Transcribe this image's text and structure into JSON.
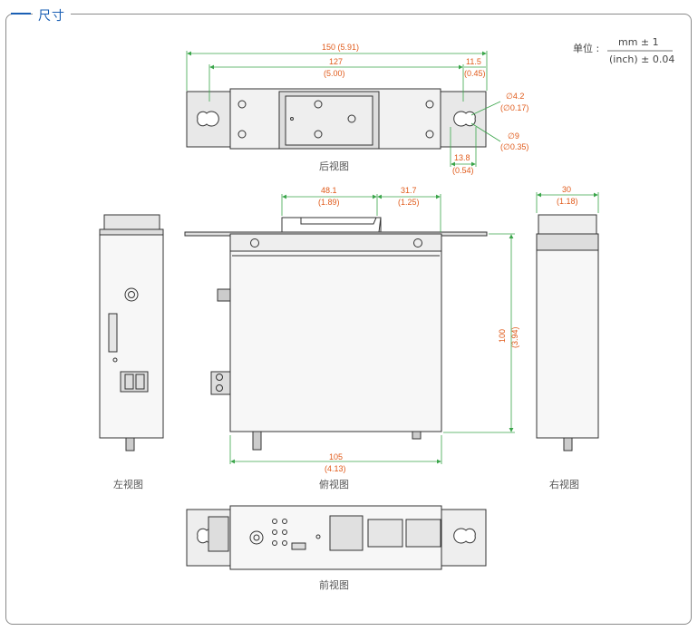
{
  "title": "尺寸",
  "unit": {
    "label": "单位 :",
    "top": "mm ± 1",
    "bottom": "(inch) ± 0.04"
  },
  "views": {
    "back": "后视图",
    "left": "左视图",
    "top": "俯视图",
    "right": "右视图",
    "front": "前视图"
  },
  "dims": {
    "w150": "150 (5.91)",
    "w127a": "127",
    "w127b": "(5.00)",
    "w115a": "11.5",
    "w115b": "(0.45)",
    "d42a": "∅4.2",
    "d42b": "(∅0.17)",
    "d9a": "∅9",
    "d9b": "(∅0.35)",
    "w138a": "13.8",
    "w138b": "(0.54)",
    "w481a": "48.1",
    "w481b": "(1.89)",
    "w317a": "31.7",
    "w317b": "(1.25)",
    "w30a": "30",
    "w30b": "(1.18)",
    "h100a": "100",
    "h100b": "(3.94)",
    "w105a": "105",
    "w105b": "(4.13)"
  },
  "colors": {
    "dimension_line": "#3aa54a",
    "dimension_text": "#e05a1a",
    "outline": "#333333",
    "title": "#1a5fb4"
  }
}
